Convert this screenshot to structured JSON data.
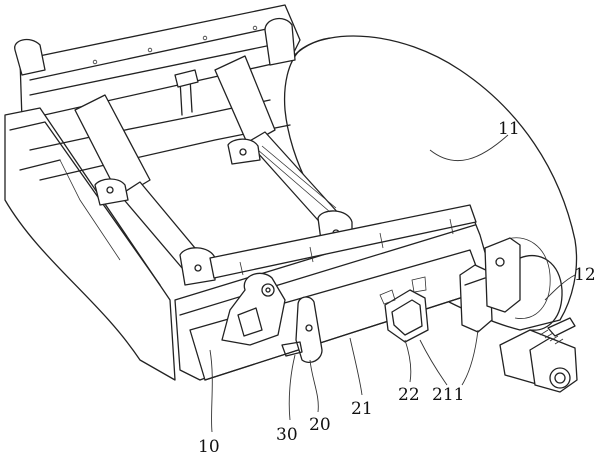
{
  "labels": {
    "l10": "10",
    "l11": "11",
    "l12": "12",
    "l20": "20",
    "l21": "21",
    "l22": "22",
    "l30": "30",
    "l211": "211"
  }
}
